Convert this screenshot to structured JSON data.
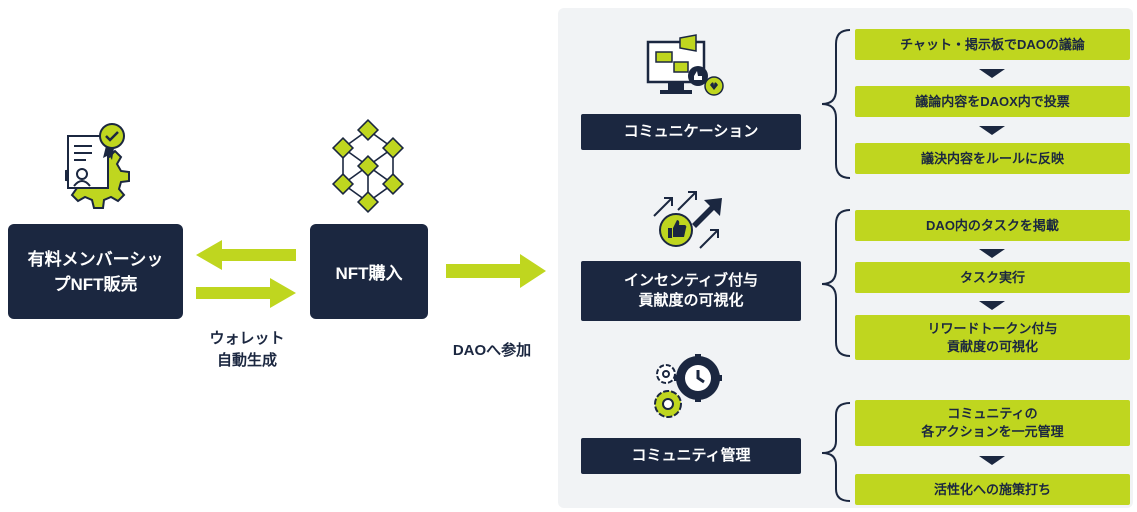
{
  "left": {
    "membership_box": "有料メンバーシップNFT販売",
    "purchase_box": "NFT購入",
    "wallet_caption": "ウォレット\n自動生成",
    "dao_caption": "DAOへ参加"
  },
  "sections": [
    {
      "label": "コミュニケーション",
      "steps": [
        "チャット・掲示板でDAOの議論",
        "議論内容をDAOX内で投票",
        "議決内容をルールに反映"
      ]
    },
    {
      "label": "インセンティブ付与\n貢献度の可視化",
      "steps": [
        "DAO内のタスクを掲載",
        "タスク実行",
        "リワードトークン付与\n貢献度の可視化"
      ]
    },
    {
      "label": "コミュニティ管理",
      "steps": [
        "コミュニティの\n各アクションを一元管理",
        "活性化への施策打ち"
      ]
    }
  ],
  "colors": {
    "navy": "#1b2740",
    "lime": "#bfd61f",
    "panel": "#f1f3f5"
  },
  "icons": [
    "certificate-gear-icon",
    "blockchain-cubes-icon",
    "monitor-megaphone-icon",
    "arrows-thumbs-up-icon",
    "gears-clock-icon"
  ]
}
